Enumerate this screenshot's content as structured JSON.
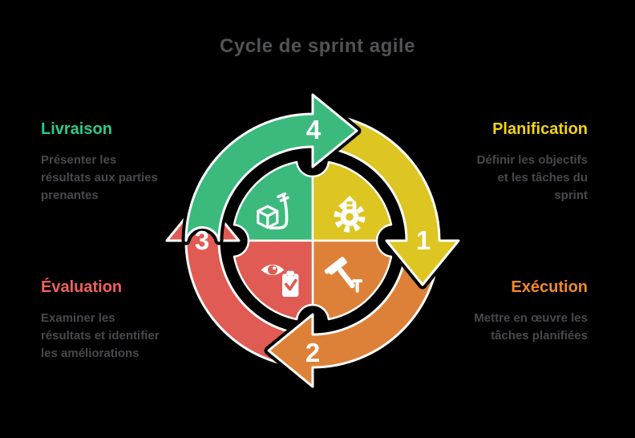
{
  "title": "Cycle de sprint agile",
  "title_color": "#515356",
  "body_text_color": "#47494d",
  "background_color": "#000000",
  "icon_color": "#ffffff",
  "steps": [
    {
      "number": "1",
      "name": "Planification",
      "description": "Définir les objectifs\net les tâches du\nsprint",
      "ring_color": "#ddc522",
      "label_color": "#f2d411",
      "icon": "gear-tower-icon",
      "position": "right-top"
    },
    {
      "number": "2",
      "name": "Exécution",
      "description": "Mettre en œuvre les\ntâches planifiées",
      "ring_color": "#de8138",
      "label_color": "#f18a2d",
      "icon": "hammer-nail-icon",
      "position": "right-bottom"
    },
    {
      "number": "3",
      "name": "Évaluation",
      "description": "Examiner les\nrésultats et identifier\nles améliorations",
      "ring_color": "#e05b54",
      "label_color": "#f2605d",
      "icon": "eye-checklist-icon",
      "position": "left-bottom"
    },
    {
      "number": "4",
      "name": "Livraison",
      "description": "Présenter les\nrésultats aux parties\nprenantes",
      "ring_color": "#3cba7e",
      "label_color": "#2bcb8c",
      "icon": "box-trolley-icon",
      "position": "left-top"
    }
  ]
}
